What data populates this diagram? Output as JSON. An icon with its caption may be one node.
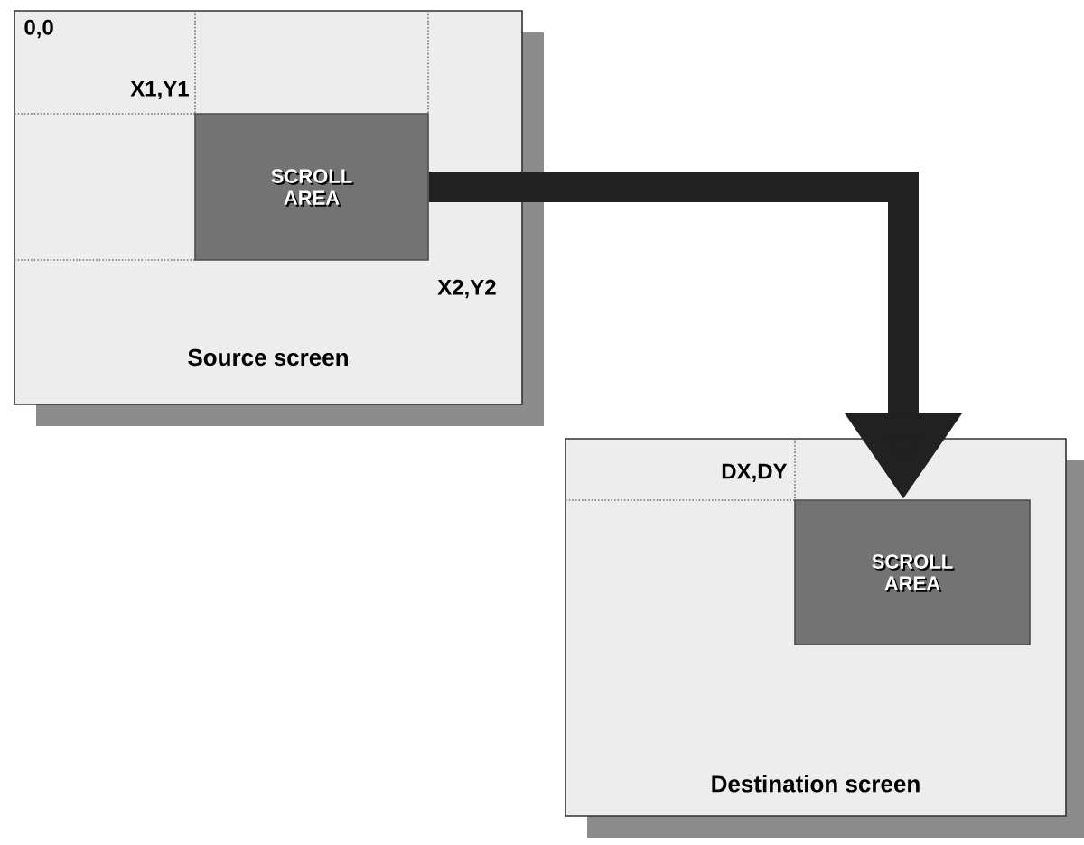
{
  "diagram": {
    "nodes": [
      {
        "text": [
          "Source screen"
        ]
      },
      {
        "text": [
          "SCROLL AREA"
        ],
        "in": 0
      },
      {
        "text": [
          "Destination screen"
        ]
      },
      {
        "text": [
          "SCROLL AREA"
        ],
        "in": 2
      }
    ],
    "edges": [
      {
        "from": 1,
        "to": 3,
        "arrow": "to"
      }
    ],
    "labels": [
      "0,0",
      "X1,Y1",
      "X2,Y2",
      "DX,DY"
    ]
  }
}
